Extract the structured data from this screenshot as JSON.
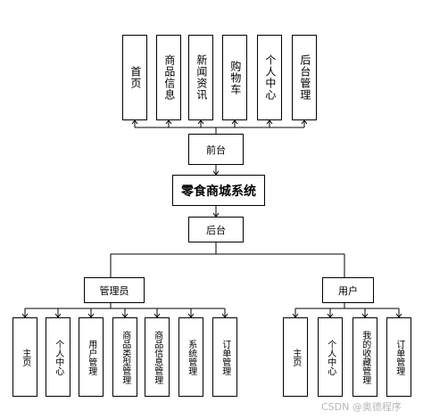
{
  "diagram": {
    "title": "零食商城系统",
    "front": {
      "label": "前台",
      "children": [
        "首页",
        "商品信息",
        "新闻资讯",
        "购物车",
        "个人中心",
        "后台管理"
      ]
    },
    "back": {
      "label": "后台",
      "admin": {
        "label": "管理员",
        "children": [
          "主页",
          "个人中心",
          "用户管理",
          "商品类型管理",
          "商品信息管理",
          "系统管理",
          "订单管理"
        ]
      },
      "user": {
        "label": "用户",
        "children": [
          "主页",
          "个人中心",
          "我的收藏管理",
          "订单管理"
        ]
      }
    }
  },
  "watermark": "CSDN @奥德程序",
  "colors": {
    "line": "#000000",
    "background": "#ffffff",
    "watermark": "#b8b8b8"
  }
}
